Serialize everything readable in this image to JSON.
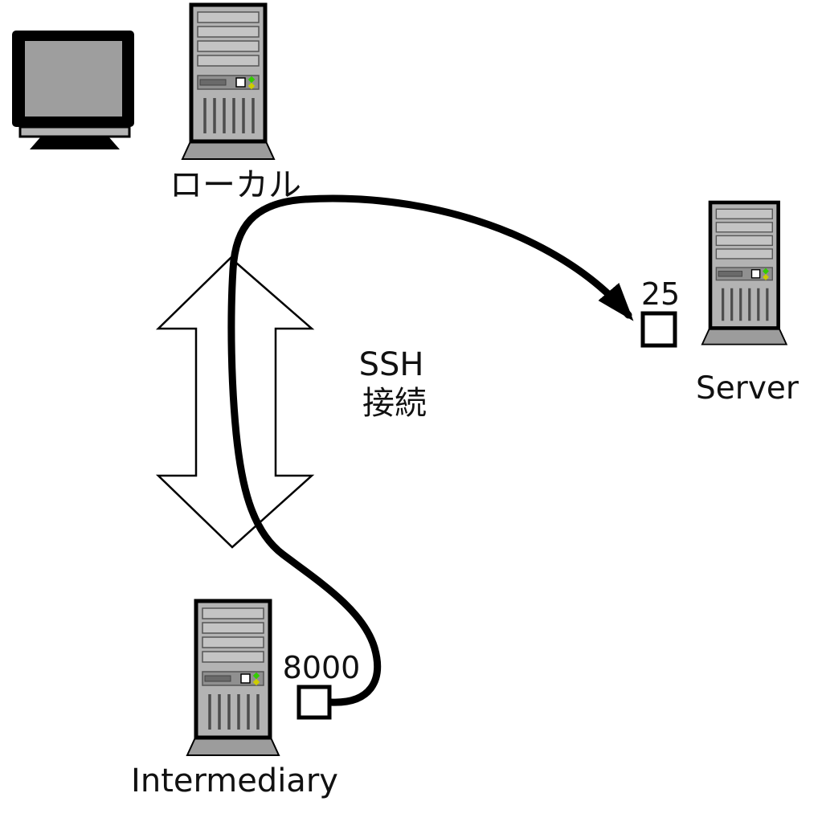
{
  "nodes": {
    "local": {
      "label": "ローカル"
    },
    "server": {
      "label": "Server",
      "port": "25"
    },
    "intermediary": {
      "label": "Intermediary",
      "port": "8000"
    }
  },
  "tunnel": {
    "label_line1": "SSH",
    "label_line2": "接続"
  },
  "colors": {
    "background": "#ffffff",
    "line": "#000000",
    "tower_body": "#b3b3b3",
    "tower_base": "#9c9c9c",
    "monitor_screen": "#9e9e9e",
    "led_green": "#33cc00",
    "led_yellow": "#cccc00"
  }
}
